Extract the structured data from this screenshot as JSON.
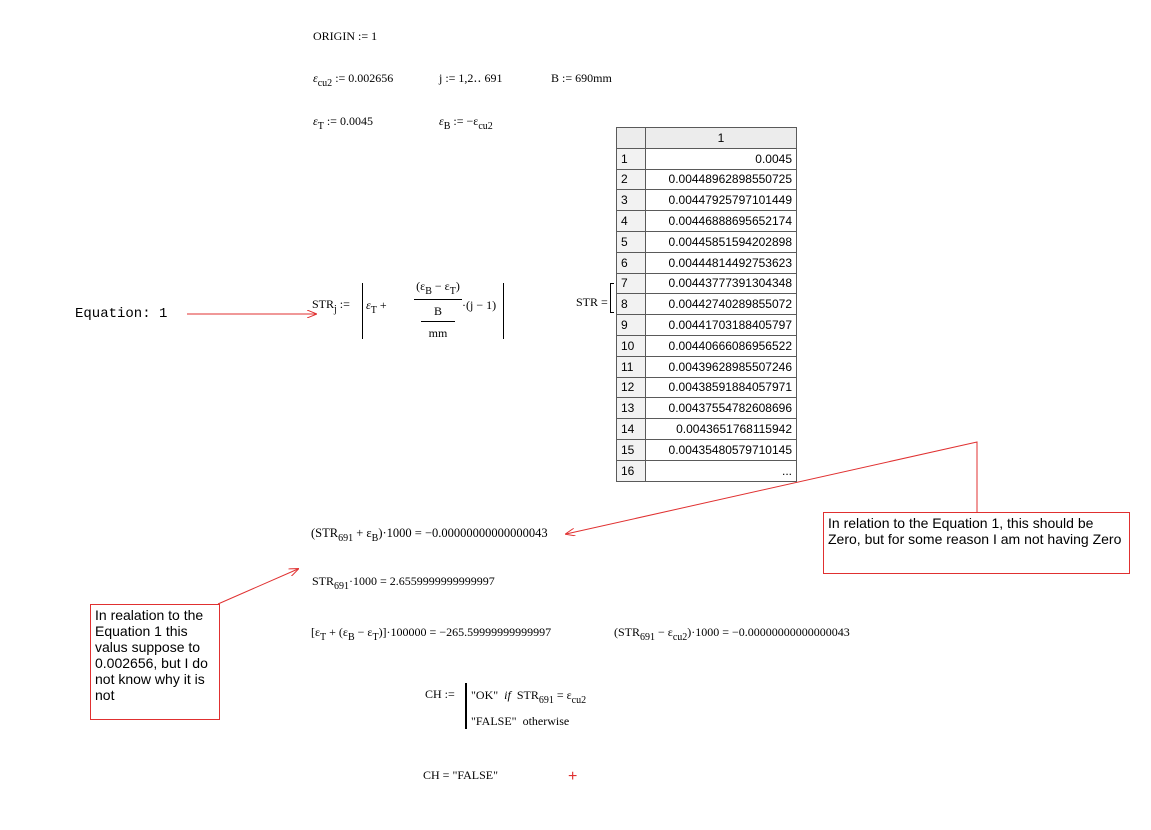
{
  "worksheet": {
    "origin_def": "ORIGIN := 1",
    "ecu2_sym": "ε",
    "ecu2_sub": "cu2",
    "ecu2_rhs": ":= 0.002656",
    "j_def": "j := 1,2‥ 691",
    "B_def": "B := 690mm",
    "eT_sym": "ε",
    "eT_sub": "T",
    "eT_rhs": ":= 0.0045",
    "eB_sym": "ε",
    "eB_sub": "B",
    "eB_rhs": ":= −ε",
    "eB_rhs_sub": "cu2",
    "str_lhs": "STR",
    "str_lhs_sub": "j",
    "str_assign": ":=",
    "str_eT": "ε",
    "str_eT_sub": "T",
    "str_plus": "+",
    "str_frac_num": "(ε",
    "str_frac_num_sub1": "B",
    "str_frac_num_mid": " − ε",
    "str_frac_num_sub2": "T",
    "str_frac_num_end": ")",
    "str_frac_den_num": "B",
    "str_frac_den_den": "mm",
    "str_tail": "·(j − 1)",
    "str_eq_label": "STR =",
    "line1_a": "(STR",
    "line1_sub1": "691",
    "line1_b": " + ε",
    "line1_sub2": "B",
    "line1_c": ")·1000 = −0.00000000000000043",
    "line2_a": "STR",
    "line2_sub": "691",
    "line2_b": "·1000 = 2.6559999999999997",
    "line3_a": "[ε",
    "line3_sub1": "T",
    "line3_b": " + (ε",
    "line3_sub2": "B",
    "line3_c": " − ε",
    "line3_sub3": "T",
    "line3_d": ")]·100000 = −265.59999999999997",
    "line4_a": "(STR",
    "line4_sub1": "691",
    "line4_b": " − ε",
    "line4_sub2": "cu2",
    "line4_c": ")·1000 = −0.00000000000000043",
    "ch_lhs": "CH :=",
    "ch_ok": "\"OK\"",
    "ch_if": "if",
    "ch_cond_a": "STR",
    "ch_cond_sub1": "691",
    "ch_cond_eq": " = ε",
    "ch_cond_sub2": "cu2",
    "ch_false": "\"FALSE\"",
    "ch_otherwise": "otherwise",
    "ch_result": "CH = \"FALSE\"",
    "red_plus": "+"
  },
  "result_table": {
    "column_header": "1",
    "rows": [
      {
        "i": "1",
        "v": "0.0045"
      },
      {
        "i": "2",
        "v": "0.00448962898550725"
      },
      {
        "i": "3",
        "v": "0.00447925797101449"
      },
      {
        "i": "4",
        "v": "0.00446888695652174"
      },
      {
        "i": "5",
        "v": "0.00445851594202898"
      },
      {
        "i": "6",
        "v": "0.00444814492753623"
      },
      {
        "i": "7",
        "v": "0.00443777391304348"
      },
      {
        "i": "8",
        "v": "0.00442740289855072"
      },
      {
        "i": "9",
        "v": "0.00441703188405797"
      },
      {
        "i": "10",
        "v": "0.00440666086956522"
      },
      {
        "i": "11",
        "v": "0.00439628985507246"
      },
      {
        "i": "12",
        "v": "0.00438591884057971"
      },
      {
        "i": "13",
        "v": "0.00437554782608696"
      },
      {
        "i": "14",
        "v": "0.0043651768115942"
      },
      {
        "i": "15",
        "v": "0.00435480579710145"
      },
      {
        "i": "16",
        "v": "..."
      }
    ]
  },
  "annotations": {
    "equation_label": "Equation: 1",
    "callout_right": "In relation to the Equation 1, this should be Zero, but for some reason I am not having Zero",
    "callout_left": "In realation to the Equation 1 this valus suppose to 0.002656, but I do not know why it is not",
    "arrow_color": "#e03030"
  }
}
